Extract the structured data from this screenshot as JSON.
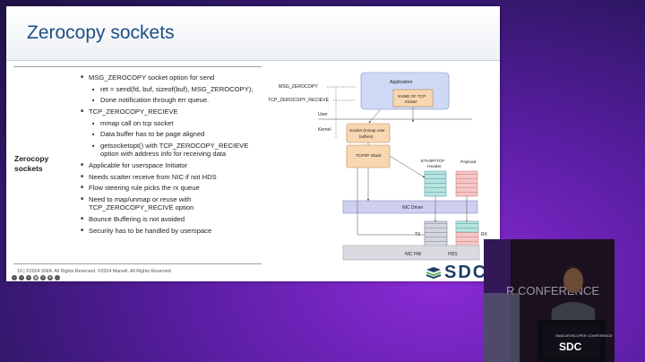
{
  "slide": {
    "title": "Zerocopy sockets",
    "topic_label_line1": "Zerocopy",
    "topic_label_line2": "sockets",
    "bullets": [
      {
        "text": "MSG_ZEROCOPY socket option for send",
        "level": 1
      },
      {
        "text": "ret = send(fd, buf, sizeof(buf), MSG_ZEROCOPY);",
        "level": 2
      },
      {
        "text": "Done notification through err queue.",
        "level": 2
      },
      {
        "text": "TCP_ZEROCOPY_RECIEVE",
        "level": 1
      },
      {
        "text": "mmap call on tcp socket",
        "level": 2
      },
      {
        "text": "Data buffer has to be page aligned",
        "level": 2
      },
      {
        "text": "getsocketopt() with TCP_ZEROCOPY_RECIEVE option with address info for receiving data",
        "level": 2
      },
      {
        "text": "Applicable for userspace Initiator",
        "level": 1
      },
      {
        "text": "Needs scatter receive from NIC if not HDS",
        "level": 1
      },
      {
        "text": "Flow steering rule picks the rx queue",
        "level": 1
      },
      {
        "text": "Need to map/unmap or reuse with TCP_ZEROCOPY_RECIVE option",
        "level": 1
      },
      {
        "text": "Bounce Buffering is not avoided",
        "level": 1
      },
      {
        "text": "Security has to be handled by userspace",
        "level": 1
      }
    ],
    "footer": "10 | ©2024 SNIA. All Rights Reserved. ©2024 Marvell. All Rights Reserved",
    "logo_text": "SDC"
  },
  "diagram": {
    "msg_zerocopy": "MSG_ZEROCOPY",
    "tcp_zerocopy": "TCP_ZEROCOPY_RECIEVE",
    "application": "Application",
    "nvme_line1": "NVME OF TCP",
    "nvme_line2": "Initiator",
    "user": "User",
    "kernel": "Kernel",
    "socket_line1": "Socket (mmap user",
    "socket_line2": "buffers)",
    "tcpip_stack": "TCP/IP Stack",
    "eth_line1": "ETH/IP/TCP",
    "eth_line2": "Header",
    "payload": "Payload",
    "nic_driver": "NIC Driver",
    "tx": "TX",
    "rx": "RX",
    "nic_hw": "NIC HW",
    "hds": "HDS"
  },
  "controls": [
    "prev-icon",
    "next-icon",
    "zoom-icon",
    "grid-icon",
    "menu-icon",
    "settings-icon",
    "more-icon"
  ],
  "conference": {
    "backdrop_text": "R CONFERENCE",
    "podium_line1": "SNIA DEVELOPER CONFERENCE",
    "podium_logo": "SDC"
  },
  "colors": {
    "title": "#1f4f82",
    "purple_bg": "#5a1ea3",
    "teal_buffer": "#b7e3e0",
    "pink_buffer": "#f6c6c6",
    "lavender_box": "#cfd0f0",
    "orange_box": "#f9d7b0"
  }
}
